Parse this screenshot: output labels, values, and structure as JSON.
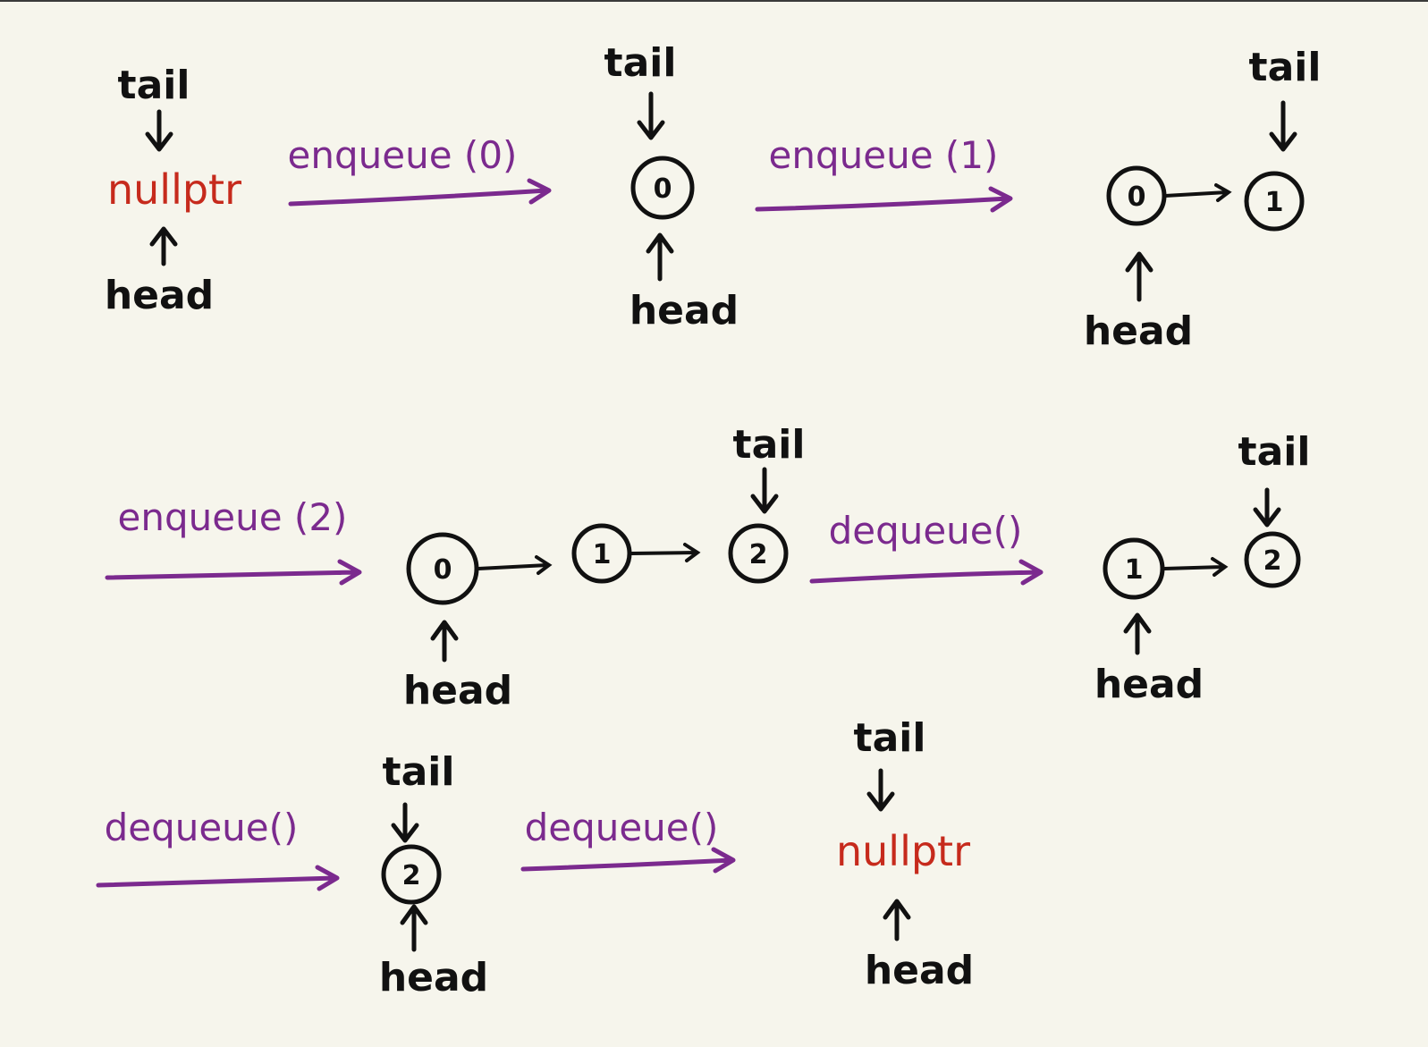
{
  "labels": {
    "tail": "tail",
    "head": "head",
    "nullptr": "nullptr"
  },
  "operations": [
    "enqueue (0)",
    "enqueue (1)",
    "enqueue (2)",
    "dequeue()",
    "dequeue()",
    "dequeue()"
  ],
  "states": [
    {
      "nodes": []
    },
    {
      "nodes": [
        "0"
      ]
    },
    {
      "nodes": [
        "0",
        "1"
      ]
    },
    {
      "nodes": [
        "0",
        "1",
        "2"
      ]
    },
    {
      "nodes": [
        "1",
        "2"
      ]
    },
    {
      "nodes": [
        "2"
      ]
    },
    {
      "nodes": []
    }
  ],
  "colors": {
    "background": "#f6f5ec",
    "ink": "#111111",
    "operation": "#7b2a8e",
    "null": "#c62a1c"
  }
}
